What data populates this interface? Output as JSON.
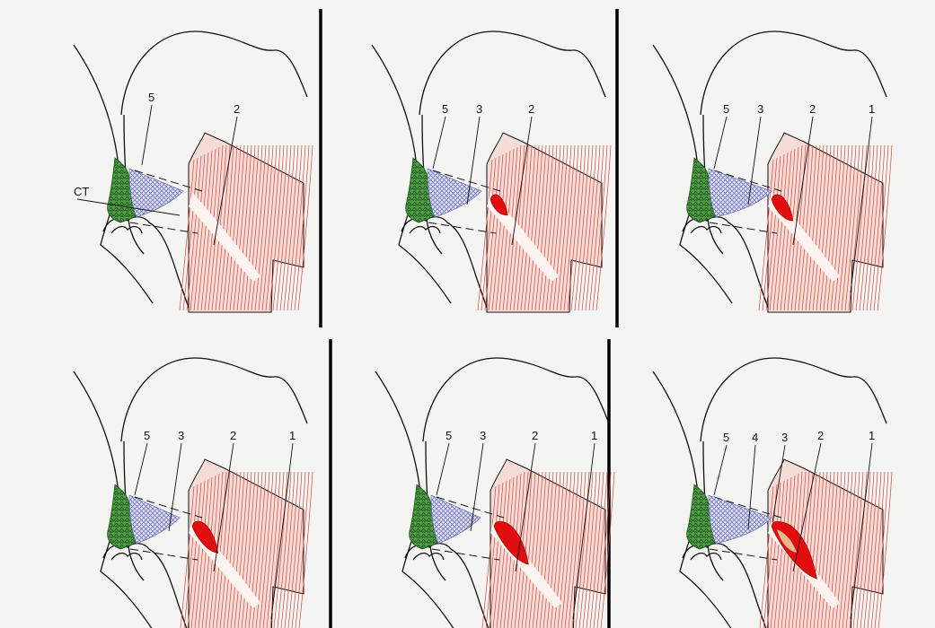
{
  "colors": {
    "background": "#f4f4f2",
    "muscle_fill": "#f6dcd6",
    "muscle_line": "#d8433a",
    "cartilage": "#2f7d2a",
    "mesh": "#8a8fc8",
    "lesion": "#e00e0e",
    "lesion_pale": "#e8b98a",
    "outline": "#111111"
  },
  "panels": [
    {
      "labels": [
        {
          "id": "CT",
          "text": "CT"
        },
        {
          "id": "5",
          "text": "5"
        },
        {
          "id": "2",
          "text": "2"
        }
      ],
      "lesion_level": 0
    },
    {
      "labels": [
        {
          "id": "5",
          "text": "5"
        },
        {
          "id": "3",
          "text": "3"
        },
        {
          "id": "2",
          "text": "2"
        }
      ],
      "lesion_level": 1
    },
    {
      "labels": [
        {
          "id": "5",
          "text": "5"
        },
        {
          "id": "3",
          "text": "3"
        },
        {
          "id": "2",
          "text": "2"
        },
        {
          "id": "1",
          "text": "1"
        }
      ],
      "lesion_level": 2
    },
    {
      "labels": [
        {
          "id": "5",
          "text": "5"
        },
        {
          "id": "3",
          "text": "3"
        },
        {
          "id": "2",
          "text": "2"
        },
        {
          "id": "1",
          "text": "1"
        }
      ],
      "lesion_level": 3
    },
    {
      "labels": [
        {
          "id": "5",
          "text": "5"
        },
        {
          "id": "3",
          "text": "3"
        },
        {
          "id": "2",
          "text": "2"
        },
        {
          "id": "1",
          "text": "1"
        }
      ],
      "lesion_level": 4
    },
    {
      "labels": [
        {
          "id": "5",
          "text": "5"
        },
        {
          "id": "4",
          "text": "4"
        },
        {
          "id": "3",
          "text": "3"
        },
        {
          "id": "2",
          "text": "2"
        },
        {
          "id": "1",
          "text": "1"
        }
      ],
      "lesion_level": 5
    }
  ]
}
